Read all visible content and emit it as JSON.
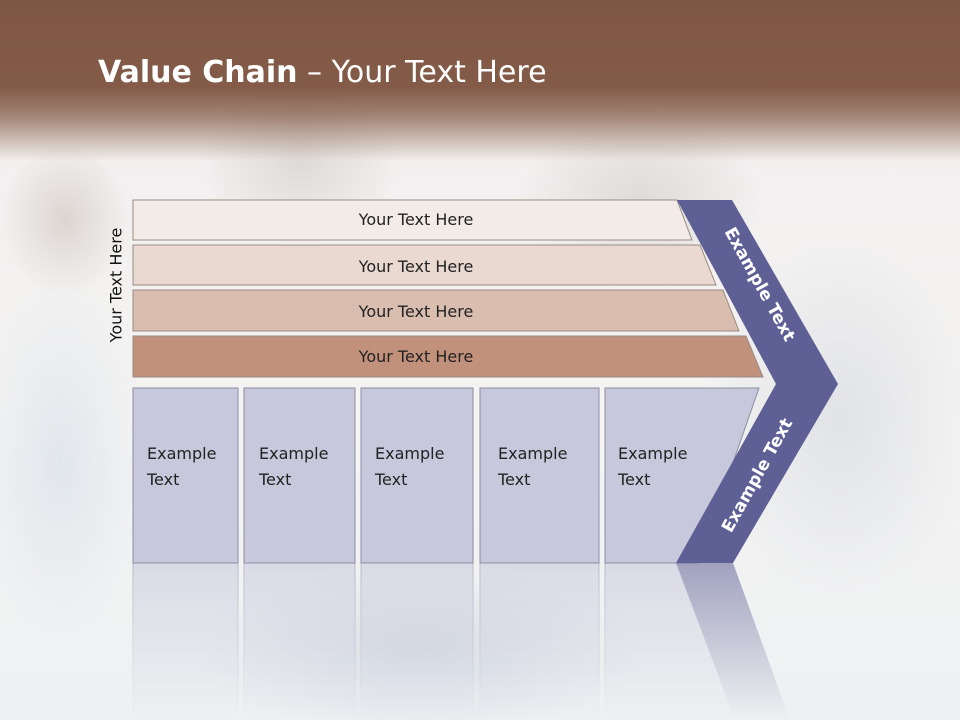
{
  "slide": {
    "title_bold": "Value Chain",
    "title_rest": " – Your Text Here",
    "side_label": "Your Text Here"
  },
  "support_activities": [
    {
      "label": "Your Text Here",
      "color": "#f3ebe7"
    },
    {
      "label": "Your Text Here",
      "color": "#ead9d1"
    },
    {
      "label": "Your Text Here",
      "color": "#d9bdaf"
    },
    {
      "label": "Your Text Here",
      "color": "#c1917c"
    }
  ],
  "primary_activities": [
    {
      "line1": "Example",
      "line2": "Text"
    },
    {
      "line1": "Example",
      "line2": "Text"
    },
    {
      "line1": "Example",
      "line2": "Text"
    },
    {
      "line1": "Example",
      "line2": "Text"
    },
    {
      "line1": "Example",
      "line2": "Text"
    }
  ],
  "margin": {
    "upper": "Example Text",
    "lower": "Example Text",
    "color": "#5e5f95"
  },
  "colors": {
    "header": "#835b48",
    "activity_box": "#c2c3d9"
  }
}
